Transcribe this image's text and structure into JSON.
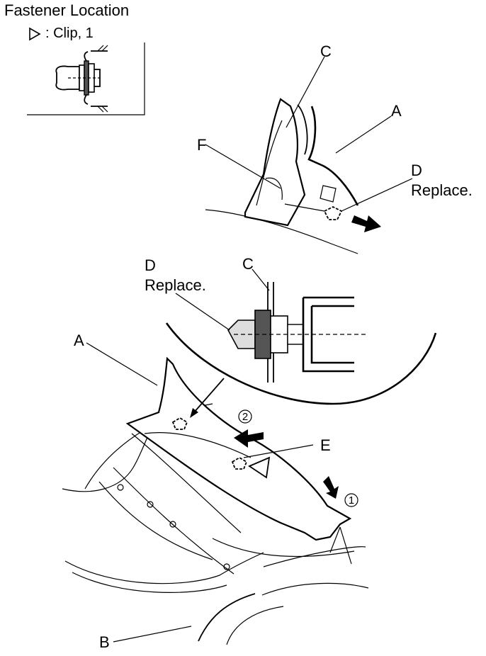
{
  "header": {
    "title": "Fastener Location",
    "legend_text": ": Clip, 1"
  },
  "callouts": {
    "A": "A",
    "B": "B",
    "C": "C",
    "D": "D",
    "E": "E",
    "F": "F",
    "replace": "Replace."
  },
  "steps": {
    "one": "1",
    "two": "2"
  },
  "colors": {
    "line": "#000000",
    "clip_fill": "#555555",
    "background": "#ffffff"
  },
  "icons": {
    "legend_marker": "triangle-outline-icon",
    "direction_arrow": "bold-arrow-icon"
  }
}
